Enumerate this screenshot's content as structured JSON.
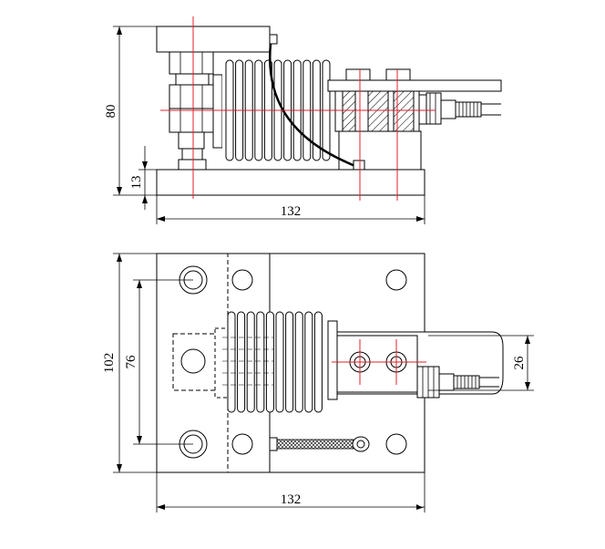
{
  "dimensions": {
    "side_height": "80",
    "side_base": "13",
    "side_width": "132",
    "top_height": "102",
    "top_spacing": "76",
    "top_cell": "26",
    "top_width": "132"
  },
  "colors": {
    "line": "#000000",
    "center_line": "#e0202a"
  }
}
